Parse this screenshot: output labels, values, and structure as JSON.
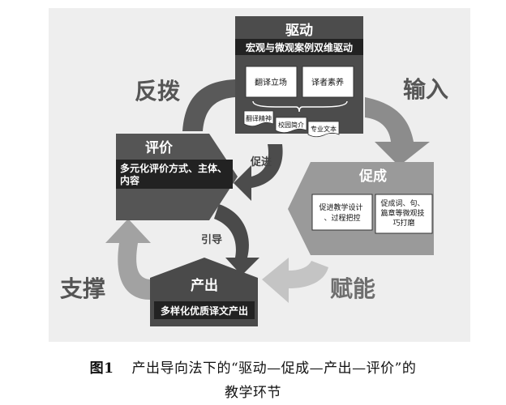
{
  "diagram": {
    "nodes": {
      "drive": {
        "title": "驱动",
        "banner": "宏观与微观案例双维驱动",
        "boxes": [
          "翻译立场",
          "译者素养"
        ],
        "docs": [
          "翻译精神",
          "校园简介",
          "专业文本"
        ]
      },
      "facilitate": {
        "title": "促成",
        "boxes": [
          "促进教学设计、过程把控",
          "促成词、句、篇章等微观技巧打磨"
        ]
      },
      "output": {
        "title": "产出",
        "banner": "多样化优质译文产出"
      },
      "evaluate": {
        "title": "评价",
        "banner": "多元化评价方式、主体、内容"
      }
    },
    "edge_labels": {
      "input": "输入",
      "empower": "赋能",
      "support": "支撑",
      "feedback": "反拨",
      "promote": "促进",
      "guide": "引导"
    },
    "colors": {
      "panel": "#eeeeee",
      "drive": "#4c4c4c",
      "facilitate": "#9a9a9a",
      "output": "#4a4a4a",
      "evaluate": "#555555",
      "arrow_input": "#8c8c8c",
      "arrow_empower": "#c4c4c4",
      "arrow_support": "#a2a2a2",
      "arrow_feedback": "#595959"
    }
  },
  "caption": {
    "figure_label": "图1",
    "line1": "产出导向法下的“驱动—促成—产出—评价”的",
    "line2": "教学环节"
  }
}
